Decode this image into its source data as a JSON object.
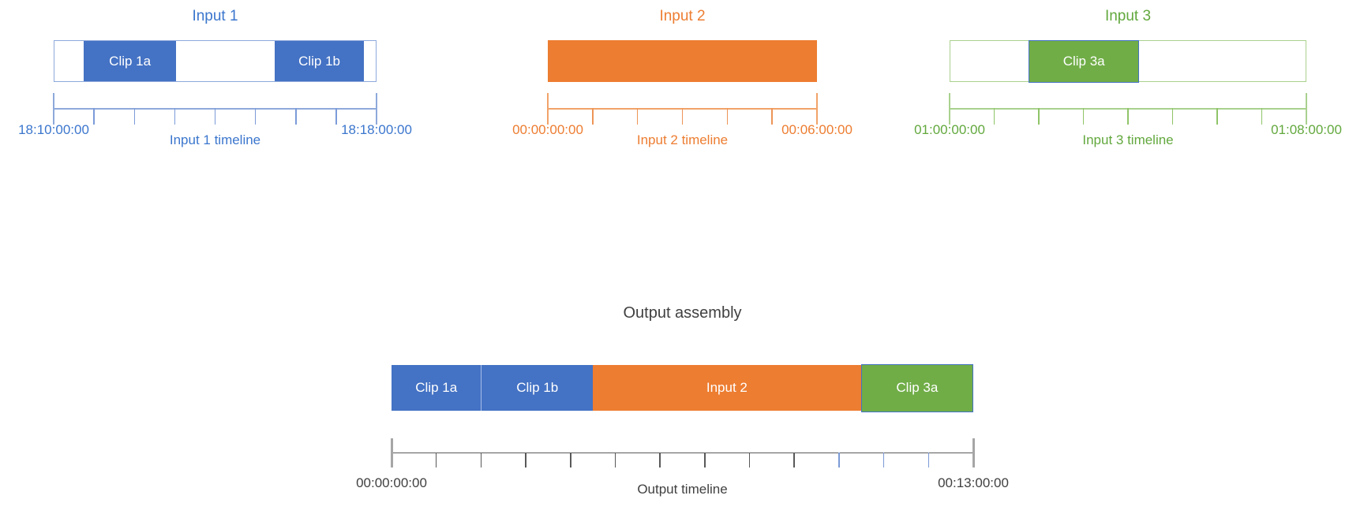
{
  "sections": {
    "input1": {
      "title": "Input 1",
      "start_label": "18:10:00:00",
      "end_label": "18:18:00:00",
      "caption": "Input 1 timeline",
      "text_color": "#3B76CD",
      "bar": {
        "fill": "#FFFFFF",
        "border": "#8EA9DB",
        "clips": [
          {
            "name": "clip-1a",
            "label": "Clip 1a",
            "fill": "#4472C4",
            "border": "",
            "left_pct": 9.2,
            "width_pct": 28.6
          },
          {
            "name": "clip-1b",
            "label": "Clip 1b",
            "fill": "#4472C4",
            "border": "",
            "left_pct": 68.5,
            "width_pct": 27.9
          }
        ]
      },
      "ruler": {
        "intervals": 8,
        "line_color": "#8EA9DB",
        "end_color": "#8EA9DB",
        "mid_color": "#7C9BD9",
        "end_width": 2,
        "accent_ticks": [],
        "accent_color": ""
      }
    },
    "input2": {
      "title": "Input 2",
      "start_label": "00:00:00:00",
      "end_label": "00:06:00:00",
      "caption": "Input 2 timeline",
      "text_color": "#ED7D31",
      "bar": {
        "fill": "#ED7D31",
        "border": "#ED7D31",
        "clips": []
      },
      "ruler": {
        "intervals": 6,
        "line_color": "#F2A369",
        "end_color": "#F2A369",
        "mid_color": "#ED9557",
        "end_width": 2,
        "accent_ticks": [],
        "accent_color": ""
      }
    },
    "input3": {
      "title": "Input 3",
      "start_label": "01:00:00:00",
      "end_label": "01:08:00:00",
      "caption": "Input 3 timeline",
      "text_color": "#62A83D",
      "bar": {
        "fill": "#FFFFFF",
        "border": "#A9D18E",
        "clips": [
          {
            "name": "clip-3a",
            "label": "Clip 3a",
            "fill": "#70AD47",
            "border": "#4472C4",
            "left_pct": 22.1,
            "width_pct": 31.0
          }
        ]
      },
      "ruler": {
        "intervals": 8,
        "line_color": "#A9D18E",
        "end_color": "#A9D18E",
        "mid_color": "#8FC468",
        "end_width": 2,
        "accent_ticks": [],
        "accent_color": ""
      }
    },
    "output": {
      "title": "Output assembly",
      "start_label": "00:00:00:00",
      "end_label": "00:13:00:00",
      "caption": "Output timeline",
      "text_color": "#404040",
      "bar": {
        "fill": "#FFFFFF",
        "border": "",
        "clips": [
          {
            "name": "segment-clip-1a",
            "label": "Clip 1a",
            "fill": "#4472C4",
            "border": "",
            "left_pct": 0,
            "width_pct": 15.4
          },
          {
            "name": "segment-clip-1b",
            "label": "Clip 1b",
            "fill": "#4472C4",
            "border": "",
            "divider_left": "#A6BBE8",
            "left_pct": 15.4,
            "width_pct": 19.2
          },
          {
            "name": "segment-input-2",
            "label": "Input 2",
            "fill": "#ED7D31",
            "border": "",
            "left_pct": 34.6,
            "width_pct": 46.1
          },
          {
            "name": "segment-clip-3a",
            "label": "Clip 3a",
            "fill": "#70AD47",
            "border": "#4472C4",
            "left_pct": 80.7,
            "width_pct": 19.3
          }
        ]
      },
      "ruler": {
        "intervals": 13,
        "line_color": "#595959",
        "end_color": "#A6A6A6",
        "mid_color": "#595959",
        "end_width": 3,
        "accent_ticks": [
          10,
          11,
          12
        ],
        "accent_color": "#7C9AD6"
      }
    }
  }
}
